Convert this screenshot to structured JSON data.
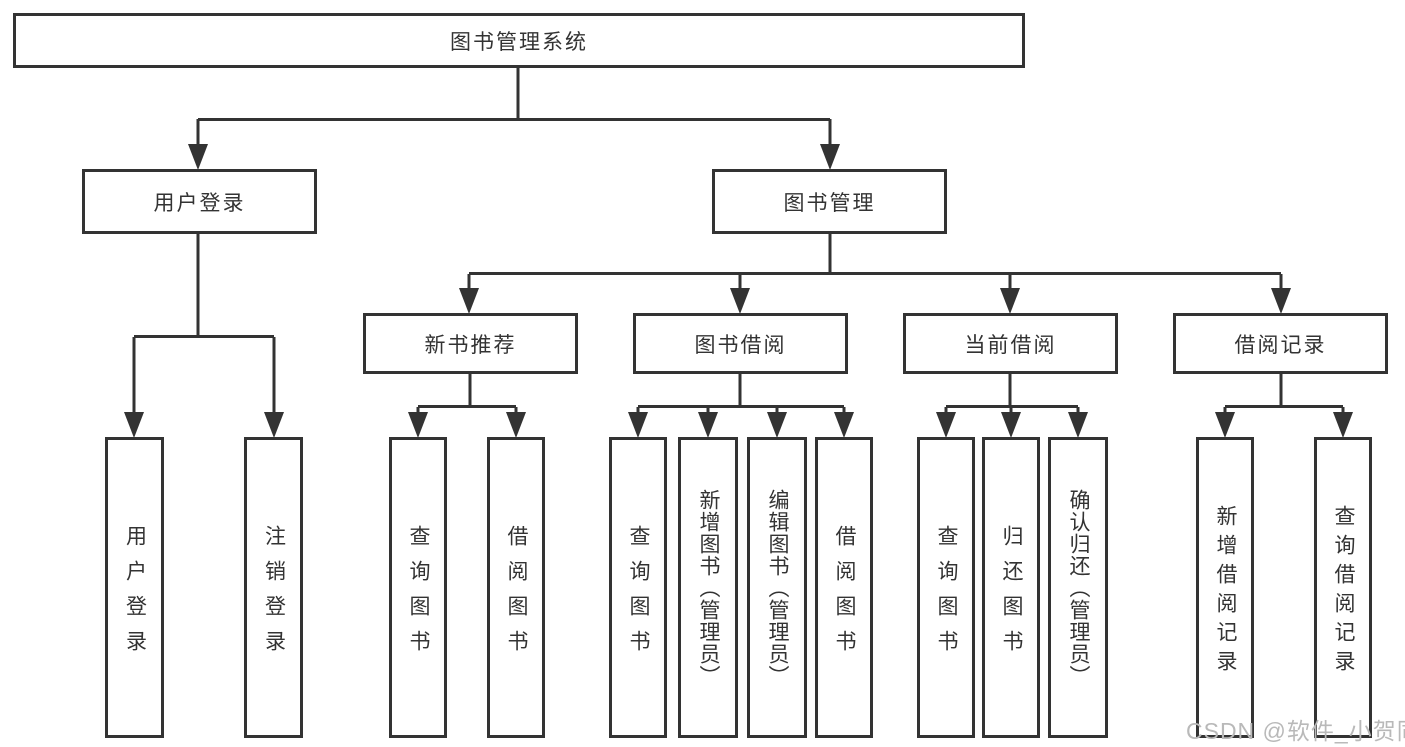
{
  "diagram": {
    "root": {
      "label": "图书管理系统"
    },
    "branches": [
      {
        "label": "用户登录",
        "children": [
          {
            "label": "用户登录"
          },
          {
            "label": "注销登录"
          }
        ]
      },
      {
        "label": "图书管理",
        "children": [
          {
            "label": "新书推荐",
            "children": [
              {
                "label": "查询图书"
              },
              {
                "label": "借阅图书"
              }
            ]
          },
          {
            "label": "图书借阅",
            "children": [
              {
                "label": "查询图书"
              },
              {
                "label": "新增图书（管理员）"
              },
              {
                "label": "编辑图书（管理员）"
              },
              {
                "label": "借阅图书"
              }
            ]
          },
          {
            "label": "当前借阅",
            "children": [
              {
                "label": "查询图书"
              },
              {
                "label": "归还图书"
              },
              {
                "label": "确认归还（管理员）"
              }
            ]
          },
          {
            "label": "借阅记录",
            "children": [
              {
                "label": "新增借阅记录"
              },
              {
                "label": "查询借阅记录"
              }
            ]
          }
        ]
      }
    ]
  },
  "watermark": {
    "text": "CSDN @软件_小贺同学"
  },
  "colors": {
    "line": "#333333",
    "box_border": "#333333",
    "text": "#333333",
    "watermark": "#b9b9b9",
    "background": "#ffffff"
  }
}
